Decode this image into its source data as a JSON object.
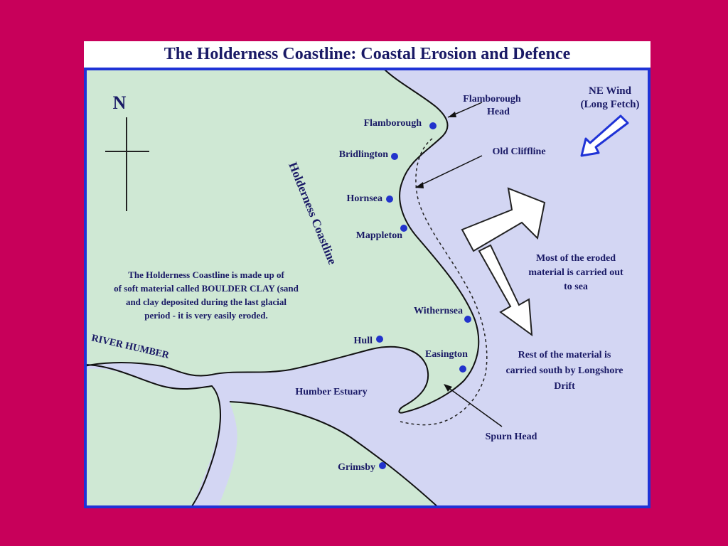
{
  "title": "The Holderness Coastline: Coastal Erosion and Defence",
  "colors": {
    "background": "#c8005a",
    "land": "#cfe8d4",
    "sea": "#d3d6f3",
    "border": "#1f33d6",
    "text": "#1a1a66",
    "town_marker": "#2233cc"
  },
  "compass": {
    "label": "N"
  },
  "wind": {
    "line1": "NE Wind",
    "line2": "(Long Fetch)"
  },
  "towns": {
    "flamborough": "Flamborough",
    "bridlington": "Bridlington",
    "hornsea": "Hornsea",
    "mappleton": "Mappleton",
    "withernsea": "Withernsea",
    "hull": "Hull",
    "easington": "Easington",
    "grimsby": "Grimsby"
  },
  "features": {
    "flamborough_head_1": "Flamborough",
    "flamborough_head_2": "Head",
    "old_cliffline": "Old Cliffline",
    "holderness_coastline": "Holderness Coastline",
    "river_humber": "RIVER HUMBER",
    "humber_estuary": "Humber Estuary",
    "spurn_head": "Spurn Head"
  },
  "notes": {
    "boulder_clay": [
      "The Holderness Coastline is made up of",
      "of soft material called BOULDER CLAY (sand",
      "and clay deposited during the last glacial",
      "period - it is very easily eroded."
    ],
    "out_to_sea": [
      "Most of the eroded",
      "material is carried out",
      "to sea"
    ],
    "longshore": [
      "Rest of the material is",
      "carried south by Longshore",
      "Drift"
    ]
  }
}
